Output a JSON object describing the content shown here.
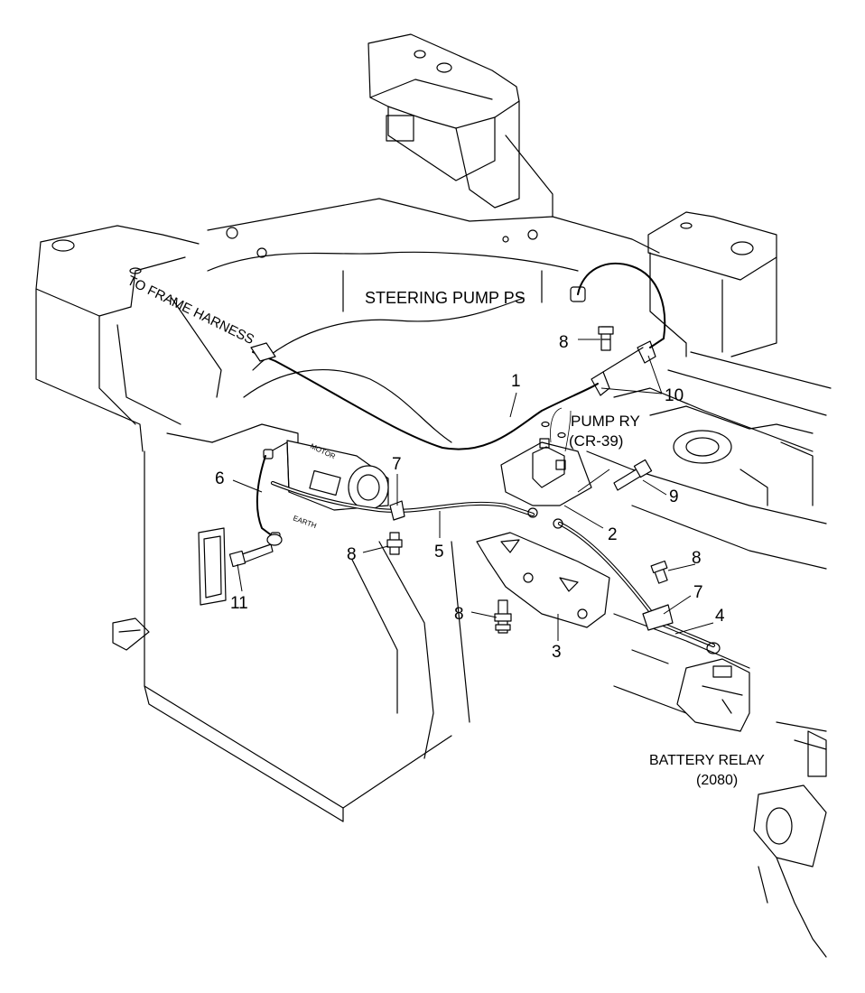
{
  "labels": {
    "to_frame_harness": "TO FRAME HARNESS",
    "steering_pump": "STEERING PUMP PS",
    "pump_ry": "PUMP RY",
    "pump_ry_code": "(CR-39)",
    "battery_relay": "BATTERY RELAY",
    "battery_relay_code": "(2080)",
    "motor_tag": "MOTOR",
    "earth_tag": "EARTH"
  },
  "callouts": {
    "c1": "1",
    "c2": "2",
    "c3": "3",
    "c4": "4",
    "c5": "5",
    "c6": "6",
    "c7a": "7",
    "c7b": "7",
    "c8a": "8",
    "c8b": "8",
    "c8c": "8",
    "c8d": "8",
    "c9": "9",
    "c10": "10",
    "c11": "11"
  },
  "colors": {
    "line": "#000000",
    "background": "#ffffff"
  }
}
